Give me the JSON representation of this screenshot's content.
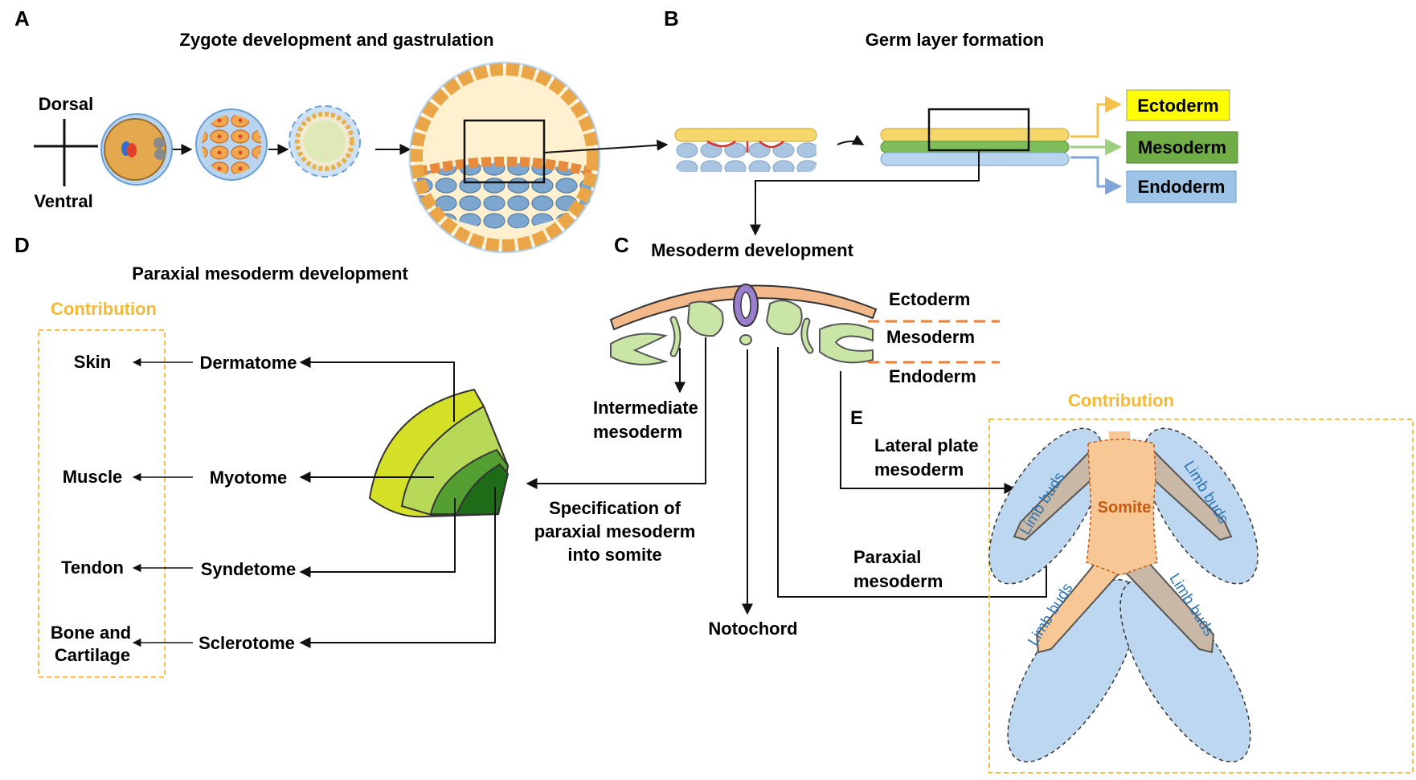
{
  "panels": {
    "a": {
      "letter": "A",
      "title": "Zygote development and gastrulation",
      "axis_top": "Dorsal",
      "axis_bottom": "Ventral"
    },
    "b": {
      "letter": "B",
      "title": "Germ layer formation",
      "ectoderm": "Ectoderm",
      "mesoderm": "Mesoderm",
      "endoderm": "Endoderm"
    },
    "c": {
      "letter": "C",
      "title": "Mesoderm development",
      "layer_ectoderm": "Ectoderm",
      "layer_mesoderm": "Mesoderm",
      "layer_endoderm": "Endoderm",
      "intermediate_1": "Intermediate",
      "intermediate_2": "mesoderm",
      "lateral_1": "Lateral plate",
      "lateral_2": "mesoderm",
      "paraxial_1": "Paraxial",
      "paraxial_2": "mesoderm",
      "notochord": "Notochord",
      "spec_1": "Specification of",
      "spec_2": "paraxial mesoderm",
      "spec_3": "into somite"
    },
    "d": {
      "letter": "D",
      "title": "Paraxial mesoderm development",
      "contribution": "Contribution",
      "compartments": [
        "Dermatome",
        "Myotome",
        "Syndetome",
        "Sclerotome"
      ],
      "tissues": [
        "Skin",
        "Muscle",
        "Tendon",
        "Bone and",
        "Cartilage"
      ]
    },
    "e": {
      "letter": "E",
      "contribution": "Contribution",
      "somite": "Somite",
      "limb_buds": "Limb buds"
    }
  },
  "colors": {
    "ectoderm": "#ffff00",
    "mesoderm": "#70ad47",
    "endoderm": "#9dc3e6",
    "contribution": "#f5b935",
    "limb_text": "#2e75b6",
    "somite_text": "#c55a11",
    "mesoderm_line": "#ed7d31"
  }
}
